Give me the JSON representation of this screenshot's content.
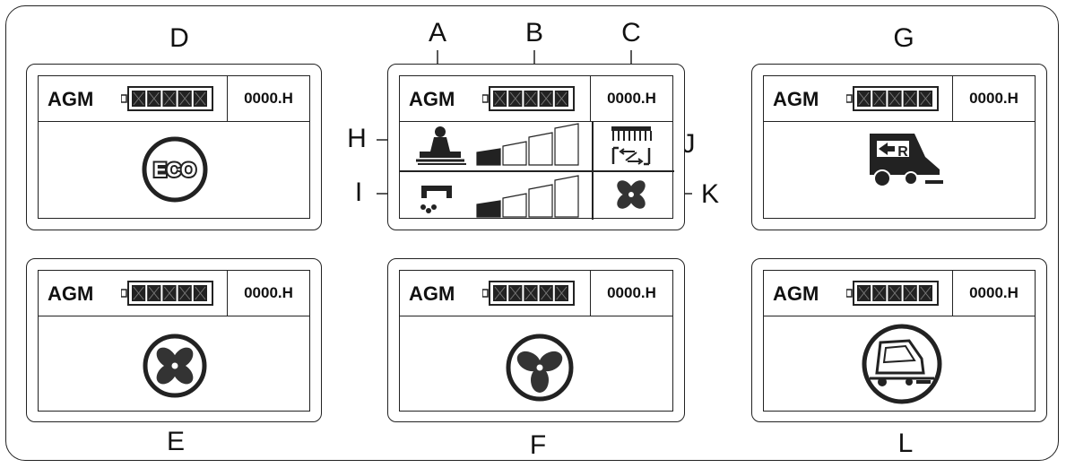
{
  "screen": {
    "battery_type": "AGM",
    "hours": "0000.H",
    "battery_segments": 5
  },
  "callouts": {
    "A": "A",
    "B": "B",
    "C": "C",
    "D": "D",
    "E": "E",
    "F": "F",
    "G": "G",
    "H": "H",
    "I": "I",
    "J": "J",
    "K": "K",
    "L": "L"
  },
  "icons": {
    "D": "eco-mode-icon",
    "E": "fan-low-icon",
    "F": "fan-high-icon",
    "G": "reverse-icon",
    "H": "main-brush-icon",
    "I": "water-flow-icon",
    "J": "side-brush-icon",
    "K": "vacuum-fan-icon",
    "L": "machine-transport-icon"
  },
  "icon_labels": {
    "eco": "ECO",
    "reverse": "R"
  },
  "levels": {
    "brush_pressure": {
      "filled": 1,
      "total": 4
    },
    "water_flow": {
      "filled": 1,
      "total": 4
    }
  }
}
